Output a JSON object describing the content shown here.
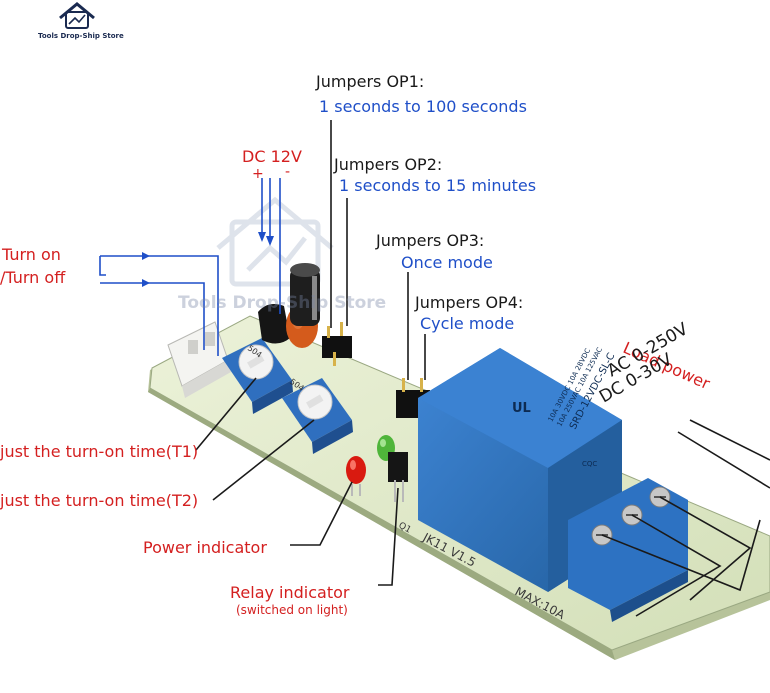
{
  "brand": {
    "store_name": "Tools Drop-Ship Store",
    "watermark": "Tools Drop-Ship Store"
  },
  "labels": {
    "op1_title": "Jumpers OP1:",
    "op1_desc": "1 seconds to 100 seconds",
    "op2_title": "Jumpers OP2:",
    "op2_desc": "1 seconds to 15 minutes",
    "op3_title": "Jumpers OP3:",
    "op3_desc": "Once mode",
    "op4_title": "Jumpers OP4:",
    "op4_desc": "Cycle mode",
    "dc_supply": "DC 12V",
    "dc_plus": "+",
    "dc_minus": "-",
    "turn_on": "Turn on",
    "turn_off": "/Turn off",
    "t1": "just the turn-on time(T1)",
    "t2": "just the turn-on time(T2)",
    "power_indicator": "Power indicator",
    "relay_indicator": "Relay indicator",
    "relay_indicator_note": "(switched on light)",
    "load_power": "Load power",
    "ac_range": "AC 0-250V",
    "dc_range": "DC 0-30V"
  },
  "board_markings": {
    "pot1": "504",
    "pot2": "504",
    "silk_q1": "Q1",
    "silk_model": "JK11 V1.5",
    "silk_max": "MAX:10A",
    "relay_model": "SRD-12VDC-SL-C",
    "relay_rating1": "10A 250VAC 10A 125VAC",
    "relay_rating2": "10A 30VDC 10A 28VDC",
    "relay_cert": "CQC",
    "relay_ul": "UL"
  },
  "colors": {
    "label_black": "#1a1a1a",
    "label_blue": "#1f4fc8",
    "label_red": "#d42020",
    "pcb_green": "#dfe9c8",
    "relay_blue": "#2f74c4",
    "terminal_blue": "#2d72c2"
  }
}
